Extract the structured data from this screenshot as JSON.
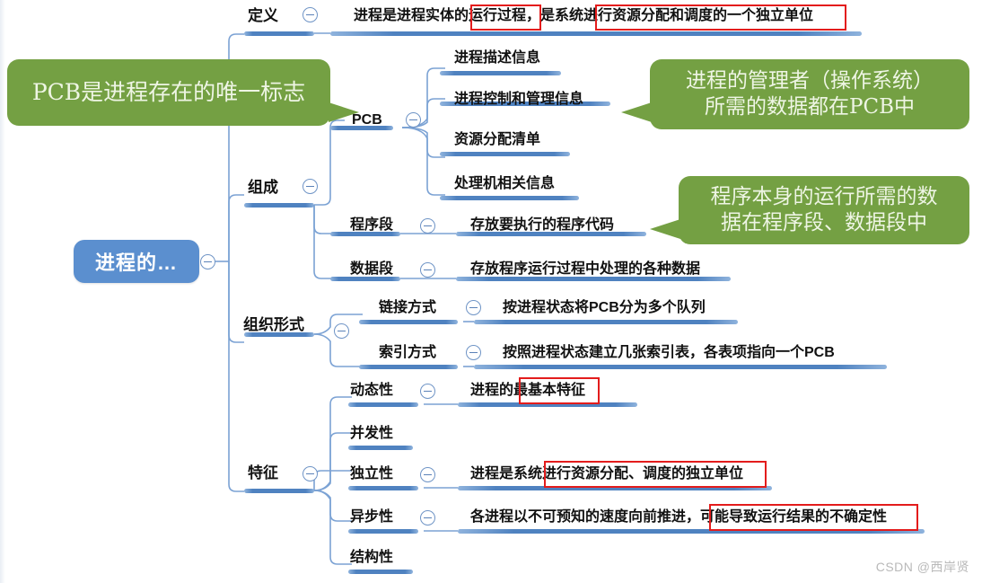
{
  "root": {
    "label": "进程的…"
  },
  "branches": [
    {
      "id": "definition",
      "label": "定义",
      "leaf": "进程是进程实体的运行过程，是系统进行资源分配和调度的一个独立单位"
    },
    {
      "id": "composition",
      "label": "组成",
      "children": [
        {
          "label": "PCB",
          "items": [
            "进程描述信息",
            "进程控制和管理信息",
            "资源分配清单",
            "处理机相关信息"
          ]
        },
        {
          "label": "程序段",
          "leaf": "存放要执行的程序代码"
        },
        {
          "label": "数据段",
          "leaf": "存放程序运行过程中处理的各种数据"
        }
      ]
    },
    {
      "id": "organization",
      "label": "组织形式",
      "children": [
        {
          "label": "链接方式",
          "leaf": "按进程状态将PCB分为多个队列"
        },
        {
          "label": "索引方式",
          "leaf": "按照进程状态建立几张索引表，各表项指向一个PCB"
        }
      ]
    },
    {
      "id": "features",
      "label": "特征",
      "children": [
        {
          "label": "动态性",
          "leaf": "进程的最基本特征"
        },
        {
          "label": "并发性",
          "leaf": ""
        },
        {
          "label": "独立性",
          "leaf": "进程是系统进行资源分配、调度的独立单位"
        },
        {
          "label": "异步性",
          "leaf": "各进程以不可预知的速度向前推进，可能导致运行结果的不确定性"
        },
        {
          "label": "结构性",
          "leaf": ""
        }
      ]
    }
  ],
  "callouts": [
    {
      "id": "pcb-unique-mark",
      "text": "PCB是进程存在的唯一标志"
    },
    {
      "id": "manager-data-in-pcb",
      "line1": "进程的管理者（操作系统）",
      "line2": "所需的数据都在PCB中"
    },
    {
      "id": "program-data-segments",
      "line1": "程序本身的运行所需的数",
      "line2": "据在程序段、数据段中"
    }
  ],
  "highlights": [
    {
      "id": "hl-run-process",
      "text": "运行过程"
    },
    {
      "id": "hl-alloc-schedule-unit",
      "text": "进行资源分配和调度的一个独立单位"
    },
    {
      "id": "hl-most-basic-feature",
      "text": "最基本特征"
    },
    {
      "id": "hl-independent-unit",
      "text": "进行资源分配、调度的独立单位"
    },
    {
      "id": "hl-uncertain-result",
      "text": "可能导致运行结果的不确定性"
    }
  ],
  "watermark": {
    "text": "CSDN @西岸贤"
  },
  "colors": {
    "branch_blue": "#5b8fcf",
    "callout_green": "#74a043",
    "highlight_red": "#e31c1c",
    "root_blue": "#5b8fcf"
  }
}
